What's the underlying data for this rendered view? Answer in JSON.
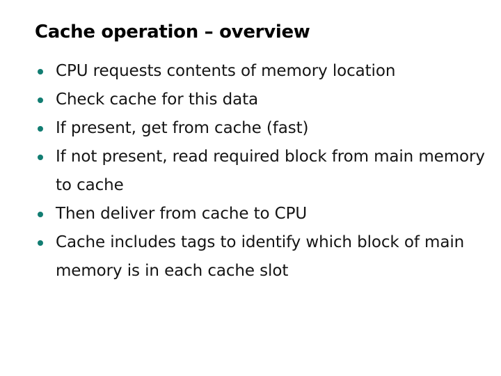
{
  "slide": {
    "title": "Cache operation – overview",
    "background_color": "#ffffff",
    "title_color": "#000000",
    "text_color": "#141414",
    "bullet_color": "#127d72",
    "bullets": [
      {
        "text": "CPU requests contents of memory location"
      },
      {
        "text": "Check cache for this data"
      },
      {
        "text": "If present, get from cache (fast)"
      },
      {
        "text": "If not present, read required block from main memory to cache"
      },
      {
        "text": "Then deliver from cache to CPU"
      },
      {
        "text": "Cache includes tags to identify which block of main memory is in each cache slot"
      }
    ]
  }
}
